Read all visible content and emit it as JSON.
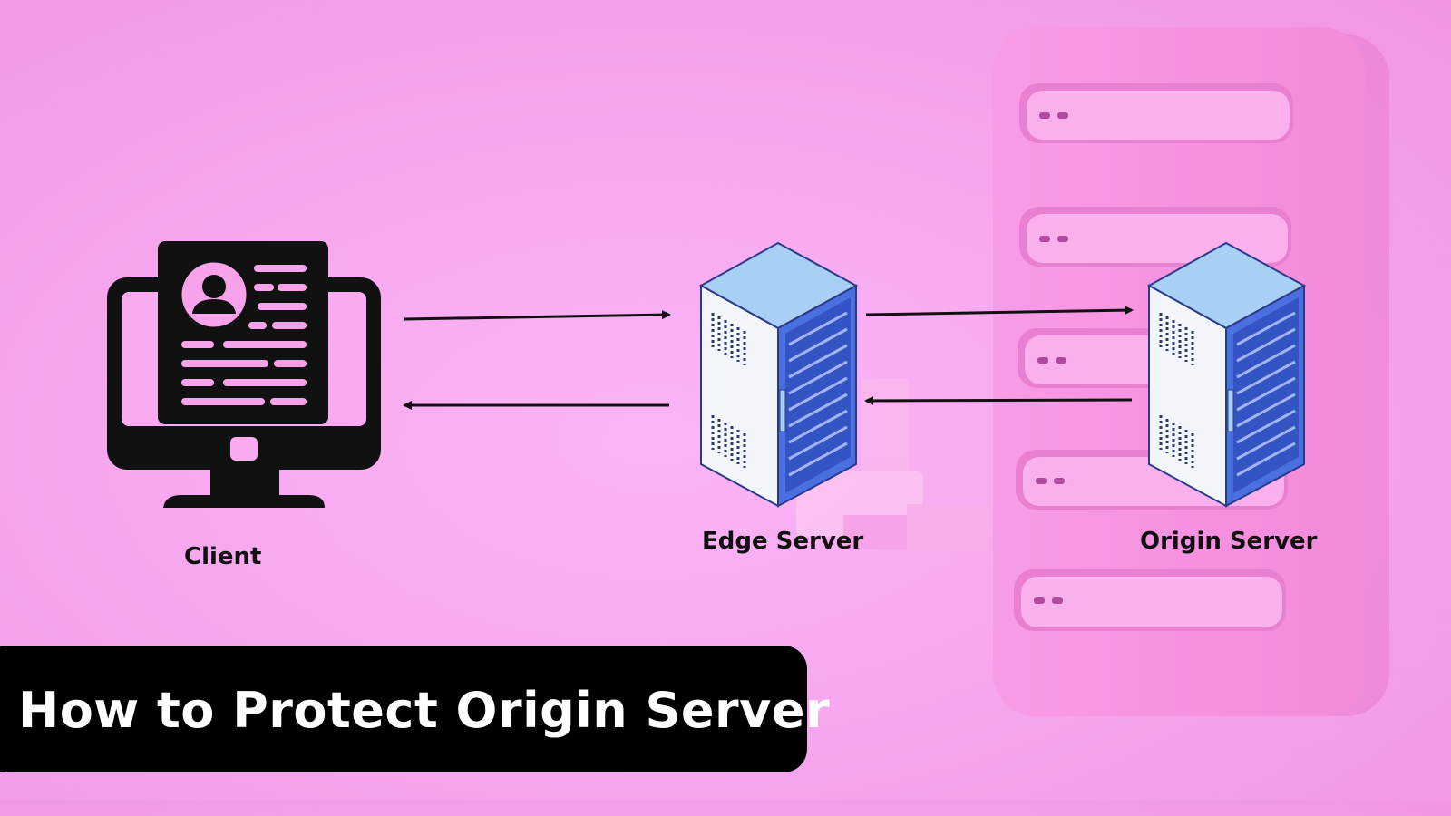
{
  "diagram": {
    "nodes": {
      "client": {
        "label": "Client"
      },
      "edge_server": {
        "label": "Edge Server"
      },
      "origin_server": {
        "label": "Origin Server"
      }
    },
    "edges": [
      {
        "from": "Client",
        "to": "Edge Server"
      },
      {
        "from": "Edge Server",
        "to": "Client"
      },
      {
        "from": "Edge Server",
        "to": "Origin Server"
      },
      {
        "from": "Origin Server",
        "to": "Edge Server"
      }
    ]
  },
  "banner": {
    "title": "How to Protect Origin Server"
  },
  "colors": {
    "background": "#f7a8ef",
    "decor_server": "#f58fdf",
    "rack_top": "#a8d0f5",
    "rack_side": "#4a6fe0",
    "rack_front": "#f2f5fa",
    "icon": "#111111",
    "banner": "#000000",
    "banner_text": "#ffffff"
  },
  "icons": [
    "monitor-profile-icon",
    "server-rack-icon",
    "arrow-right-icon",
    "arrow-left-icon"
  ]
}
